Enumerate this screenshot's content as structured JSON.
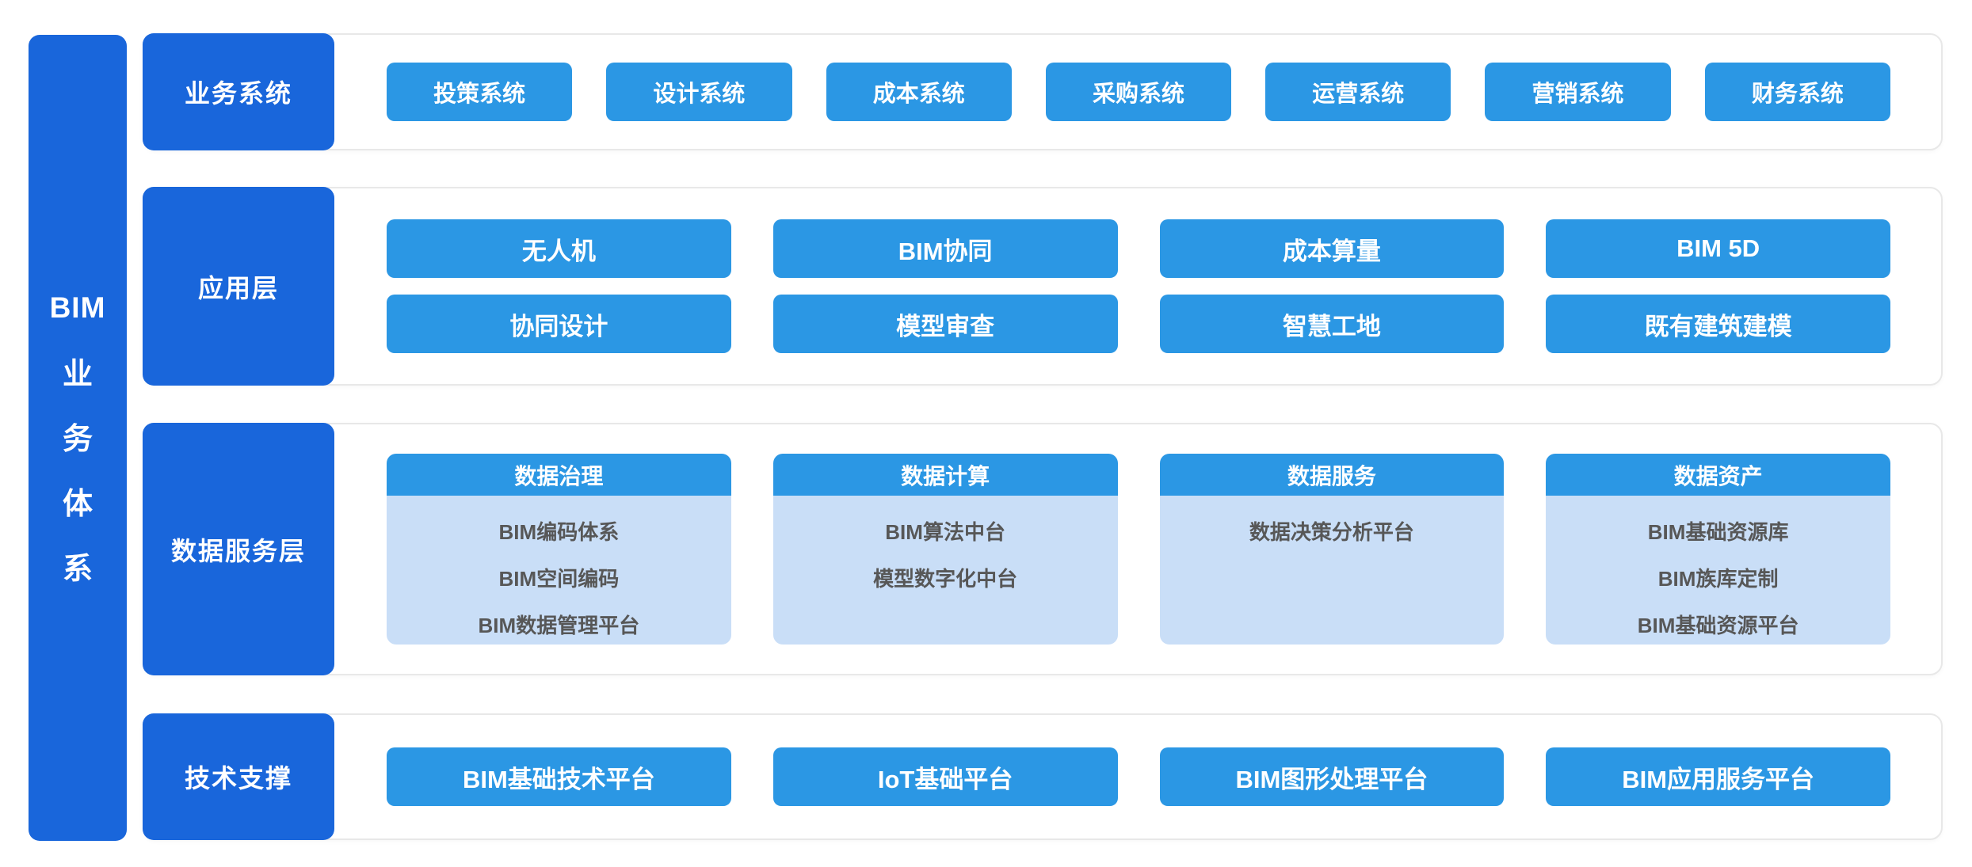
{
  "colors": {
    "primary_dark_blue": "#1966DB",
    "primary_medium_blue": "#2B97E4",
    "light_blue_panel": "#C9DEF7",
    "panel_border": "#E8E8E8",
    "panel_item_text": "#575757"
  },
  "sidebar": {
    "latin": "BIM",
    "chars": [
      "业",
      "务",
      "体",
      "系"
    ]
  },
  "rows": {
    "business": {
      "label": "业务系统",
      "buttons": [
        "投策系统",
        "设计系统",
        "成本系统",
        "采购系统",
        "运营系统",
        "营销系统",
        "财务系统"
      ]
    },
    "application": {
      "label": "应用层",
      "buttons": [
        "无人机",
        "BIM协同",
        "成本算量",
        "BIM 5D",
        "协同设计",
        "模型审查",
        "智慧工地",
        "既有建筑建模"
      ]
    },
    "data_service": {
      "label": "数据服务层",
      "cards": [
        {
          "title": "数据治理",
          "items": [
            "BIM编码体系",
            "BIM空间编码",
            "BIM数据管理平台"
          ]
        },
        {
          "title": "数据计算",
          "items": [
            "BIM算法中台",
            "模型数字化中台"
          ]
        },
        {
          "title": "数据服务",
          "items": [
            "数据决策分析平台"
          ]
        },
        {
          "title": "数据资产",
          "items": [
            "BIM基础资源库",
            "BIM族库定制",
            "BIM基础资源平台"
          ]
        }
      ]
    },
    "tech_support": {
      "label": "技术支撑",
      "buttons": [
        "BIM基础技术平台",
        "IoT基础平台",
        "BIM图形处理平台",
        "BIM应用服务平台"
      ]
    }
  }
}
